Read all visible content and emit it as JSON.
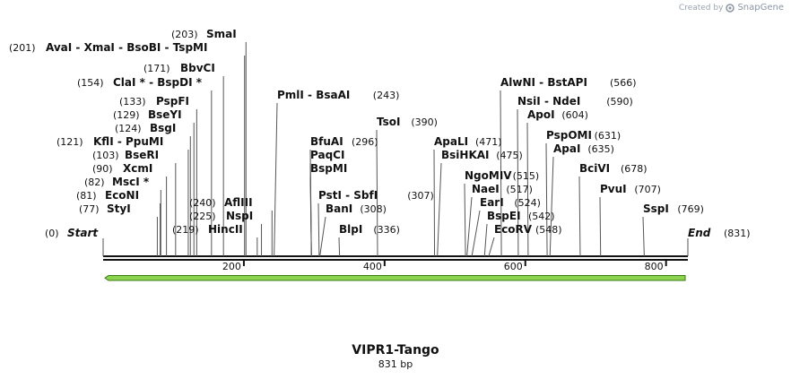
{
  "credit": {
    "prefix": "Created by",
    "brand": "SnapGene",
    "icon": "snapgene-logo-icon"
  },
  "map": {
    "name": "VIPR1-Tango",
    "length_label": "831 bp",
    "length": 831,
    "start_label": "Start",
    "start_pos": "(0)",
    "end_label": "End",
    "end_pos": "(831)",
    "ticks": [
      {
        "value": 200,
        "label": "200"
      },
      {
        "value": 400,
        "label": "400"
      },
      {
        "value": 600,
        "label": "600"
      },
      {
        "value": 800,
        "label": "800"
      }
    ],
    "feature": {
      "start": 0,
      "end": 831,
      "direction": "reverse",
      "fill": "#8cd450",
      "stroke": "#3c7a14"
    },
    "sites": [
      {
        "pos": 77,
        "posLabel": "(77)",
        "name": "StyI"
      },
      {
        "pos": 81,
        "posLabel": "(81)",
        "name": "EcoNI"
      },
      {
        "pos": 82,
        "posLabel": "(82)",
        "name": "MscI *"
      },
      {
        "pos": 90,
        "posLabel": "(90)",
        "name": "XcmI"
      },
      {
        "pos": 103,
        "posLabel": "(103)",
        "name": "BseRI"
      },
      {
        "pos": 121,
        "posLabel": "(121)",
        "name": "KflI  - PpuMI"
      },
      {
        "pos": 124,
        "posLabel": "(124)",
        "name": "BsgI"
      },
      {
        "pos": 129,
        "posLabel": "(129)",
        "name": "BseYI"
      },
      {
        "pos": 133,
        "posLabel": "(133)",
        "name": "PspFI"
      },
      {
        "pos": 154,
        "posLabel": "(154)",
        "name": "ClaI *  - BspDI *"
      },
      {
        "pos": 171,
        "posLabel": "(171)",
        "name": "BbvCI"
      },
      {
        "pos": 201,
        "posLabel": "(201)",
        "name": "AvaI  - XmaI  - BsoBI  - TspMI"
      },
      {
        "pos": 203,
        "posLabel": "(203)",
        "name": "SmaI"
      },
      {
        "pos": 219,
        "posLabel": "(219)",
        "name": "HincII"
      },
      {
        "pos": 225,
        "posLabel": "(225)",
        "name": "NspI"
      },
      {
        "pos": 240,
        "posLabel": "(240)",
        "name": "AflIII"
      },
      {
        "pos": 243,
        "posLabel": "(243)",
        "name": "PmlI  - BsaAI"
      },
      {
        "pos": 296,
        "posLabel": "(296)",
        "name": "BfuAI"
      },
      {
        "pos": 296,
        "posLabel": "",
        "name": "PaqCI"
      },
      {
        "pos": 296,
        "posLabel": "",
        "name": "BspMI"
      },
      {
        "pos": 307,
        "posLabel": "(307)",
        "name": "PstI  - SbfI"
      },
      {
        "pos": 308,
        "posLabel": "(308)",
        "name": "BanI"
      },
      {
        "pos": 336,
        "posLabel": "(336)",
        "name": "BlpI"
      },
      {
        "pos": 390,
        "posLabel": "(390)",
        "name": "TsoI"
      },
      {
        "pos": 471,
        "posLabel": "(471)",
        "name": "ApaLI"
      },
      {
        "pos": 475,
        "posLabel": "(475)",
        "name": "BsiHKAI"
      },
      {
        "pos": 515,
        "posLabel": "(515)",
        "name": "NgoMIV"
      },
      {
        "pos": 517,
        "posLabel": "(517)",
        "name": "NaeI"
      },
      {
        "pos": 524,
        "posLabel": "(524)",
        "name": "EarI"
      },
      {
        "pos": 542,
        "posLabel": "(542)",
        "name": "BspEI"
      },
      {
        "pos": 548,
        "posLabel": "(548)",
        "name": "EcoRV"
      },
      {
        "pos": 566,
        "posLabel": "(566)",
        "name": "AlwNI  - BstAPI"
      },
      {
        "pos": 590,
        "posLabel": "(590)",
        "name": "NsiI  - NdeI"
      },
      {
        "pos": 604,
        "posLabel": "(604)",
        "name": "ApoI"
      },
      {
        "pos": 631,
        "posLabel": "(631)",
        "name": "PspOMI"
      },
      {
        "pos": 635,
        "posLabel": "(635)",
        "name": "ApaI"
      },
      {
        "pos": 678,
        "posLabel": "(678)",
        "name": "BciVI"
      },
      {
        "pos": 707,
        "posLabel": "(707)",
        "name": "PvuI"
      },
      {
        "pos": 769,
        "posLabel": "(769)",
        "name": "SspI"
      }
    ]
  }
}
